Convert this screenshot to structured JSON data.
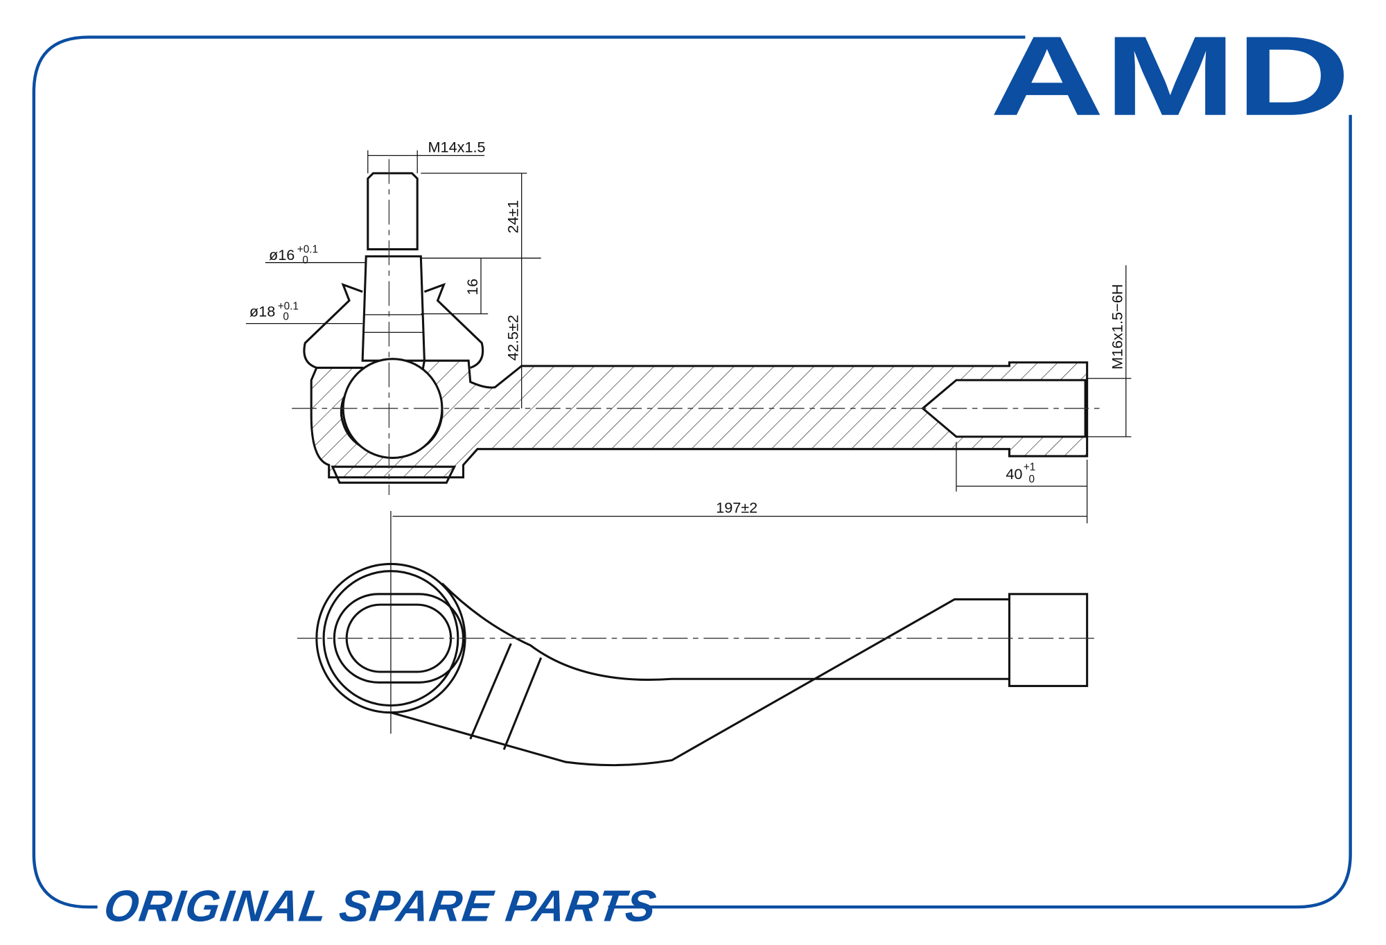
{
  "brand": {
    "logo_text": "AMD",
    "slogan": "ORIGINAL SPARE PARTS",
    "color": "#0b4ea2"
  },
  "drawing": {
    "stud_thread": "M14x1.5",
    "stud_length": "24±1",
    "taper_small_diameter": {
      "base": "ø16",
      "upper": "+0.1",
      "lower": "0"
    },
    "taper_length": "16",
    "taper_large_diameter": {
      "base": "ø18",
      "upper": "+0.1",
      "lower": "0"
    },
    "height_to_axis": "42.5±2",
    "inner_thread": "M16x1.5−6H",
    "thread_depth": {
      "base": "40",
      "upper": "+1",
      "lower": "0"
    },
    "overall_length": "197±2"
  }
}
